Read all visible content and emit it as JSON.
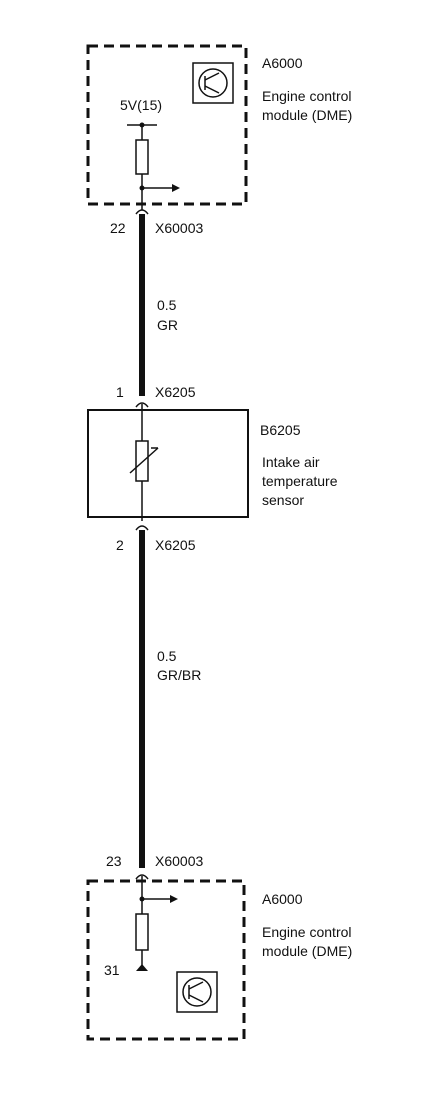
{
  "top_module": {
    "id": "A6000",
    "desc_line1": "Engine control",
    "desc_line2": "module (DME)",
    "supply": "5V(15)",
    "icon": "transistor-symbol-icon"
  },
  "top_connector": {
    "pin": "22",
    "name": "X60003"
  },
  "wire1": {
    "size": "0.5",
    "color_code": "GR"
  },
  "sensor_pin1": {
    "pin": "1",
    "name": "X6205"
  },
  "sensor": {
    "id": "B6205",
    "desc_line1": "Intake air",
    "desc_line2": "temperature",
    "desc_line3": "sensor",
    "icon": "variable-resistor-icon"
  },
  "sensor_pin2": {
    "pin": "2",
    "name": "X6205"
  },
  "wire2": {
    "size": "0.5",
    "color_code": "GR/BR"
  },
  "bottom_connector": {
    "pin": "23",
    "name": "X60003"
  },
  "bottom_module": {
    "id": "A6000",
    "desc_line1": "Engine control",
    "desc_line2": "module (DME)",
    "ground": "31",
    "icon": "transistor-symbol-icon"
  }
}
